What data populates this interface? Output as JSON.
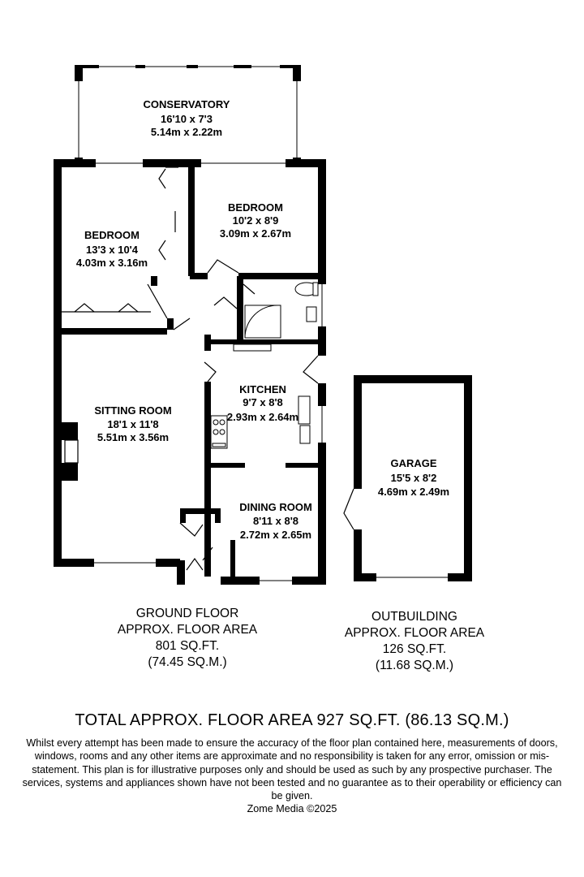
{
  "rooms": {
    "conservatory": {
      "name": "CONSERVATORY",
      "imperial": "16'10 x 7'3",
      "metric": "5.14m x 2.22m"
    },
    "bedroom_right": {
      "name": "BEDROOM",
      "imperial": "10'2 x 8'9",
      "metric": "3.09m x 2.67m"
    },
    "bedroom_left": {
      "name": "BEDROOM",
      "imperial": "13'3 x 10'4",
      "metric": "4.03m x 3.16m"
    },
    "sitting_room": {
      "name": "SITTING ROOM",
      "imperial": "18'1 x 11'8",
      "metric": "5.51m x 3.56m"
    },
    "kitchen": {
      "name": "KITCHEN",
      "imperial": "9'7 x 8'8",
      "metric": "2.93m x 2.64m"
    },
    "dining_room": {
      "name": "DINING ROOM",
      "imperial": "8'11 x 8'8",
      "metric": "2.72m x 2.65m"
    },
    "garage": {
      "name": "GARAGE",
      "imperial": "15'5 x 8'2",
      "metric": "4.69m x 2.49m"
    }
  },
  "ground_floor": {
    "title": "GROUND FLOOR",
    "label": "APPROX. FLOOR AREA",
    "sqft": "801 SQ.FT.",
    "sqm": "(74.45 SQ.M.)"
  },
  "outbuilding": {
    "title": "OUTBUILDING",
    "label": "APPROX. FLOOR AREA",
    "sqft": "126 SQ.FT.",
    "sqm": "(11.68 SQ.M.)"
  },
  "total": "TOTAL APPROX. FLOOR AREA 927 SQ.FT. (86.13 SQ.M.)",
  "disclaimer": "Whilst every attempt has been made to ensure the accuracy of the floor plan contained here, measurements of doors, windows, rooms and any other items are approximate and no responsibility is taken for any error, omission or mis-statement. This plan is for illustrative purposes only and should be used as such by any prospective purchaser. The services, systems and appliances shown have not been tested and no guarantee as to their operability or efficiency can be given.",
  "copyright": "Zome Media ©2025",
  "colors": {
    "wall": "#000000",
    "background": "#ffffff"
  }
}
